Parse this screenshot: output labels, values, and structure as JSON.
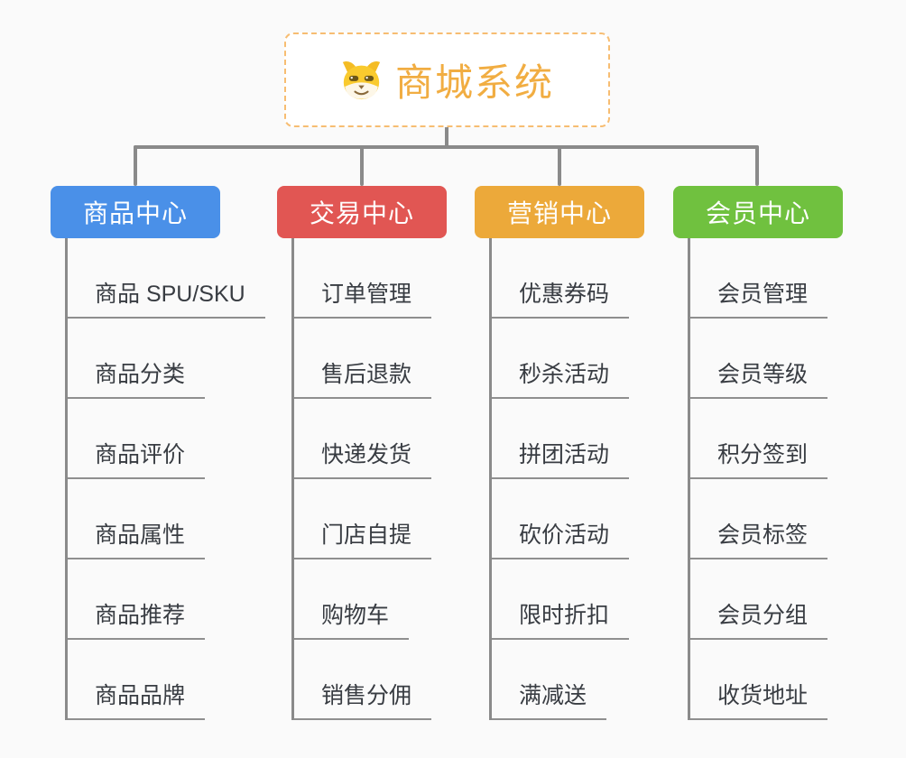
{
  "root": {
    "title": "商城系统",
    "icon": "dog-face-icon",
    "text_color": "#f1ad42",
    "border_color": "#f7bd72"
  },
  "branches": [
    {
      "label": "商品中心",
      "color": "#4a90e8",
      "children": [
        "商品 SPU/SKU",
        "商品分类",
        "商品评价",
        "商品属性",
        "商品推荐",
        "商品品牌"
      ]
    },
    {
      "label": "交易中心",
      "color": "#e15653",
      "children": [
        "订单管理",
        "售后退款",
        "快递发货",
        "门店自提",
        "购物车",
        "销售分佣"
      ]
    },
    {
      "label": "营销中心",
      "color": "#eca93a",
      "children": [
        "优惠券码",
        "秒杀活动",
        "拼团活动",
        "砍价活动",
        "限时折扣",
        "满减送"
      ]
    },
    {
      "label": "会员中心",
      "color": "#70c13f",
      "children": [
        "会员管理",
        "会员等级",
        "积分签到",
        "会员标签",
        "会员分组",
        "收货地址"
      ]
    }
  ],
  "colors": {
    "background": "#fafafa",
    "connector": "#8a8a8a",
    "underline": "#8f8f8f",
    "leaf_text": "#383c42"
  }
}
